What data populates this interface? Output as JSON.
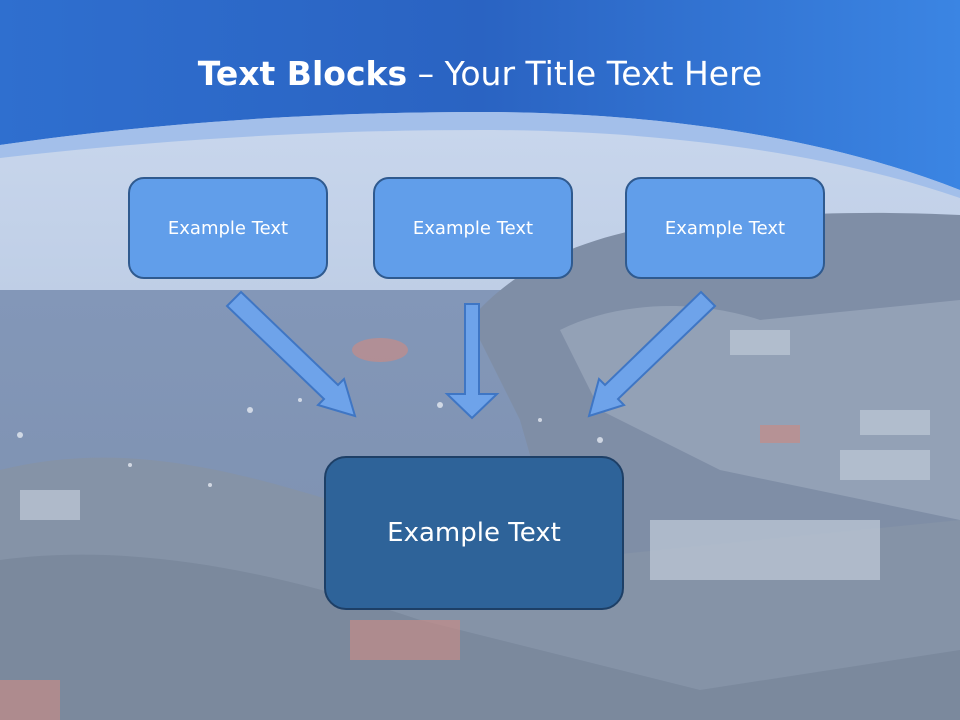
{
  "slide": {
    "title_bold": "Text Blocks",
    "title_sep": " – ",
    "title_rest": "Your Title Text Here",
    "boxes": [
      "Example Text",
      "Example Text",
      "Example Text"
    ],
    "center_box": "Example Text"
  },
  "colors": {
    "header_blue": "#2f6fd0",
    "box_fill": "#619eea",
    "box_border": "#2f5a8f",
    "center_fill": "#2e6399",
    "arrow_fill": "#6ea3ea"
  }
}
